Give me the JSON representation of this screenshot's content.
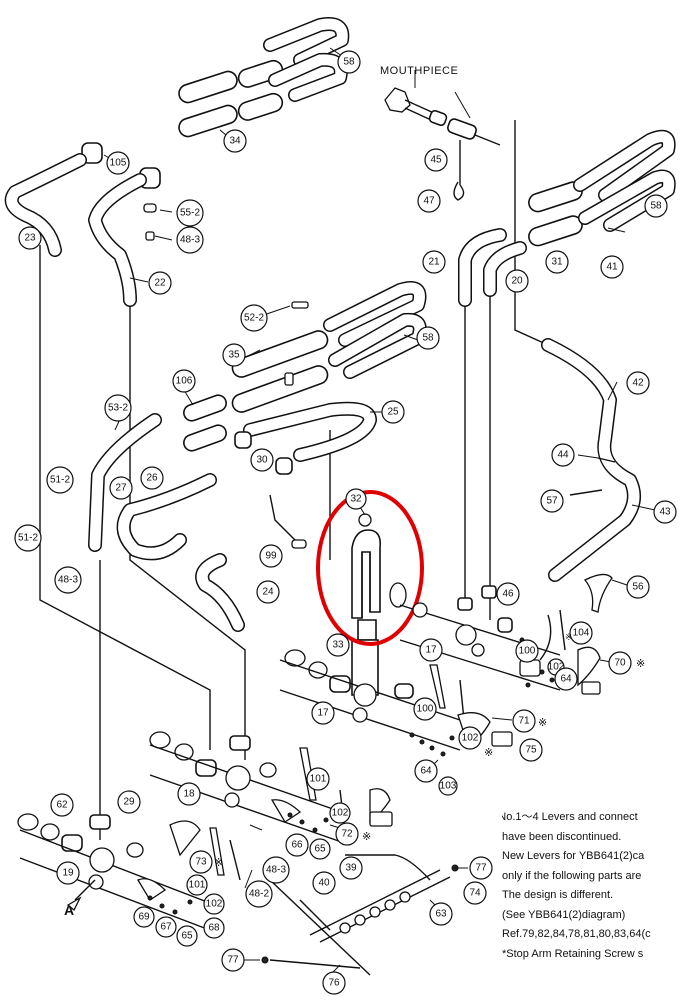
{
  "labels": {
    "mouthpiece": "MOUTHPIECE",
    "view_a": "A"
  },
  "callouts": {
    "c58a": "58",
    "c34": "34",
    "c105": "105",
    "c55_2": "55-2",
    "c48_3a": "48-3",
    "c23": "23",
    "c22": "22",
    "c45": "45",
    "c47": "47",
    "c58b": "58",
    "c31": "31",
    "c41": "41",
    "c21": "21",
    "c20": "20",
    "c52_2": "52-2",
    "c58c": "58",
    "c35": "35",
    "c106": "106",
    "c53_2": "53-2",
    "c25": "25",
    "c42": "42",
    "c44": "44",
    "c51_2a": "51-2",
    "c27": "27",
    "c26": "26",
    "c30": "30",
    "c51_2b": "51-2",
    "c48_3b": "48-3",
    "c99": "99",
    "c24": "24",
    "c57": "57",
    "c43": "43",
    "c32": "32",
    "c33": "33",
    "c56": "56",
    "c46": "46",
    "c17a": "17",
    "c104": "104",
    "c100a": "100",
    "c102a": "102",
    "c70": "70",
    "c64a": "64",
    "c17b": "17",
    "c100b": "100",
    "c71": "71",
    "c102b": "102",
    "c75": "75",
    "c64b": "64",
    "c103": "103",
    "c101a": "101",
    "c18": "18",
    "c62": "62",
    "c29": "29",
    "c66": "66",
    "c65a": "65",
    "c102c": "102",
    "c72": "72",
    "c19": "19",
    "c73": "73",
    "c48_3c": "48-3",
    "c48_2": "48-2",
    "c39": "39",
    "c77a": "77",
    "c40": "40",
    "c74": "74",
    "c101b": "101",
    "c102d": "102",
    "c69": "69",
    "c67": "67",
    "c65b": "65",
    "c68": "68",
    "c63": "63",
    "c77b": "77",
    "c76": "76"
  },
  "notes": [
    "※ No.1〜4  Levers and connect",
    "have been discontinued.",
    "New Levers for YBB641(2)ca",
    "only if the following parts are",
    "The design is different.",
    "(See YBB641(2)diagram)",
    "Ref.79,82,84,78,81,80,83,64(c",
    "*Stop Arm Retaining Screw s"
  ],
  "colors": {
    "line": "#111111",
    "highlight": "#e00000",
    "background": "#ffffff"
  }
}
